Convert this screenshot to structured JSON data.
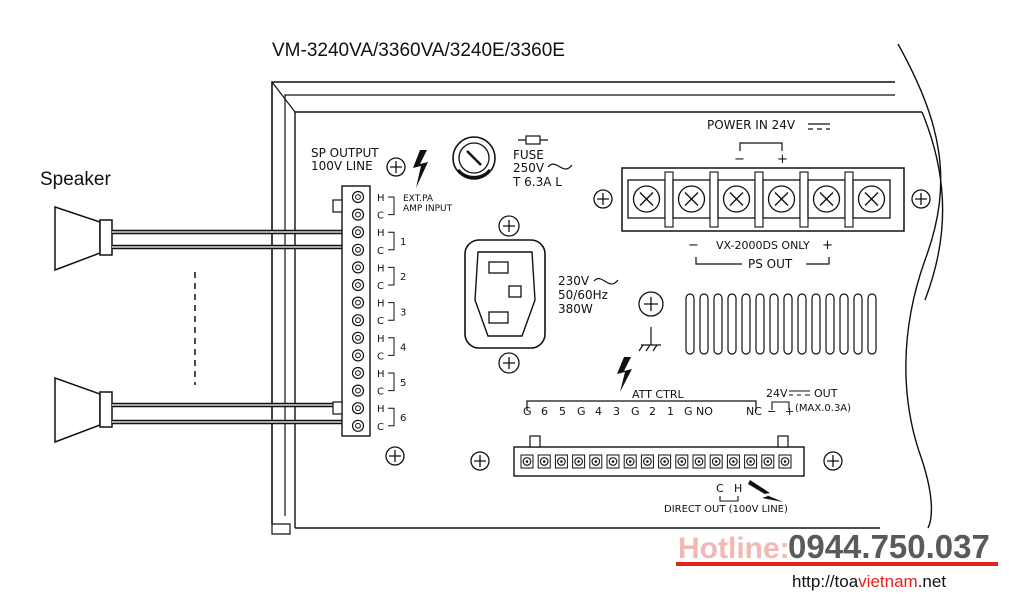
{
  "header": {
    "model_title": "VM-3240VA/3360VA/3240E/3360E"
  },
  "speaker": {
    "label": "Speaker"
  },
  "sp_output": {
    "title_line1": "SP OUTPUT",
    "title_line2": "100V LINE"
  },
  "terminals": {
    "ext_pa_line1": "EXT.PA",
    "ext_pa_line2": "AMP INPUT",
    "hot": "H",
    "cold": "C",
    "zones": [
      "1",
      "2",
      "3",
      "4",
      "5",
      "6"
    ]
  },
  "fuse": {
    "label": "FUSE",
    "voltage": "250V",
    "rating": "T 6.3A  L"
  },
  "ac_inlet": {
    "voltage": "230V",
    "frequency": "50/60Hz",
    "power": "380W"
  },
  "power_in": {
    "title": "POWER IN 24V",
    "minus": "−",
    "plus": "+",
    "vx_label": "VX-2000DS ONLY",
    "ps_out": "PS OUT"
  },
  "att_ctrl": {
    "title": "ATT CTRL",
    "pins": [
      "G",
      "6",
      "5",
      "G",
      "4",
      "3",
      "G",
      "2",
      "1",
      "G",
      "NO",
      "NC",
      "−",
      "+"
    ],
    "out_title": "24V",
    "out_suffix": "OUT",
    "out_max": "(MAX.0.3A)"
  },
  "direct_out": {
    "c": "C",
    "h": "H",
    "label": "DIRECT OUT (100V LINE)"
  },
  "footer": {
    "hotline_label": "Hotline:",
    "hotline_number": "0944.750.037",
    "url_prefix": "http://toa",
    "url_brand": "vietnam",
    "url_suffix": ".net"
  },
  "colors": {
    "ink": "#111111",
    "hotline": "#e2241b",
    "url_brand": "#e2241b"
  }
}
